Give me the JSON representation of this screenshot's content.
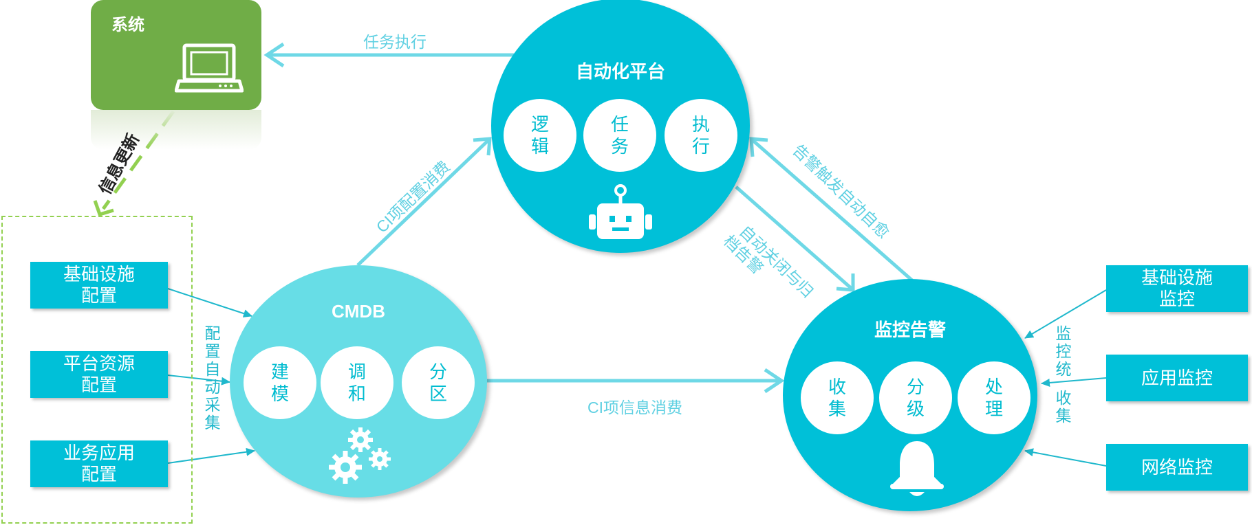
{
  "system": {
    "title": "系统",
    "update_label": "信息更新"
  },
  "config_sources": [
    {
      "line1": "基础设施",
      "line2": "配置"
    },
    {
      "line1": "平台资源",
      "line2": "配置"
    },
    {
      "line1": "业务应用",
      "line2": "配置"
    }
  ],
  "config_collect_label": "配置自动采集",
  "automation": {
    "title": "自动化平台",
    "items": [
      {
        "a": "逻",
        "b": "辑"
      },
      {
        "a": "任",
        "b": "务"
      },
      {
        "a": "执",
        "b": "行"
      }
    ]
  },
  "cmdb": {
    "title": "CMDB",
    "items": [
      {
        "a": "建",
        "b": "模"
      },
      {
        "a": "调",
        "b": "和"
      },
      {
        "a": "分",
        "b": "区"
      }
    ]
  },
  "monitoring": {
    "title": "监控告警",
    "items": [
      {
        "a": "收",
        "b": "集"
      },
      {
        "a": "分",
        "b": "级"
      },
      {
        "a": "处",
        "b": "理"
      }
    ]
  },
  "monitor_sources": [
    {
      "line1": "基础设施",
      "line2": "监控"
    },
    {
      "line1": "应用监控",
      "line2": ""
    },
    {
      "line1": "网络监控",
      "line2": ""
    }
  ],
  "monitor_collect_label_a": "监控统",
  "monitor_collect_label_b": "收集",
  "edges": {
    "task_exec": "任务执行",
    "ci_config_consume": "CI项配置消费",
    "alert_trigger": "告警触发自动自愈",
    "auto_close": "自动关闭与归",
    "auto_close_2": "档告警",
    "ci_info_consume": "CI项信息消费"
  },
  "colors": {
    "green": "#70ad47",
    "cyan": "#00c0d8",
    "cmdb_cyan": "#67dde6",
    "arrow": "#6ed8e6"
  }
}
